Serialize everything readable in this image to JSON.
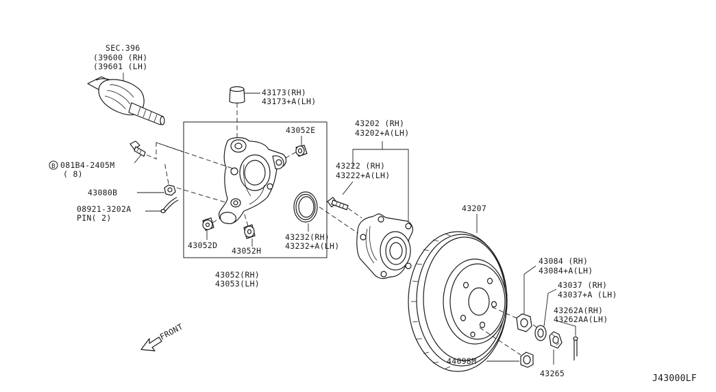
{
  "labels": {
    "sec396": "SEC.396",
    "p39600": "(39600 (RH)",
    "p39601": "(39601 (LH)",
    "p43173": "43173(RH)",
    "p43173a": "43173+A(LH)",
    "p43052e": "43052E",
    "p08184_prefix": "B",
    "p08184": "081B4-2405M",
    "p08184_qty": "( 8)",
    "p43080b": "43080B",
    "p08921": "08921-3202A",
    "p08921_pin": "PIN( 2)",
    "p43052d": "43052D",
    "p43052h": "43052H",
    "p43052": "43052(RH)",
    "p43053": "43053(LH)",
    "p43202": "43202 (RH)",
    "p43202a": "43202+A(LH)",
    "p43222": "43222 (RH)",
    "p43222a": "43222+A(LH)",
    "p43232": "43232(RH)",
    "p43232a": "43232+A(LH)",
    "p43207": "43207",
    "p43084": "43084 (RH)",
    "p43084a": "43084+A(LH)",
    "p43037": "43037 (RH)",
    "p43037a": "43037+A (LH)",
    "p43262": "43262A(RH)",
    "p43262a": "43262AA(LH)",
    "p44098m": "44098M",
    "p43265": "43265",
    "front": "FRONT",
    "diagram_code": "J43000LF"
  },
  "icons": {
    "front_arrow": "front-arrow-icon",
    "bolt_marker": "circled-b-icon"
  }
}
